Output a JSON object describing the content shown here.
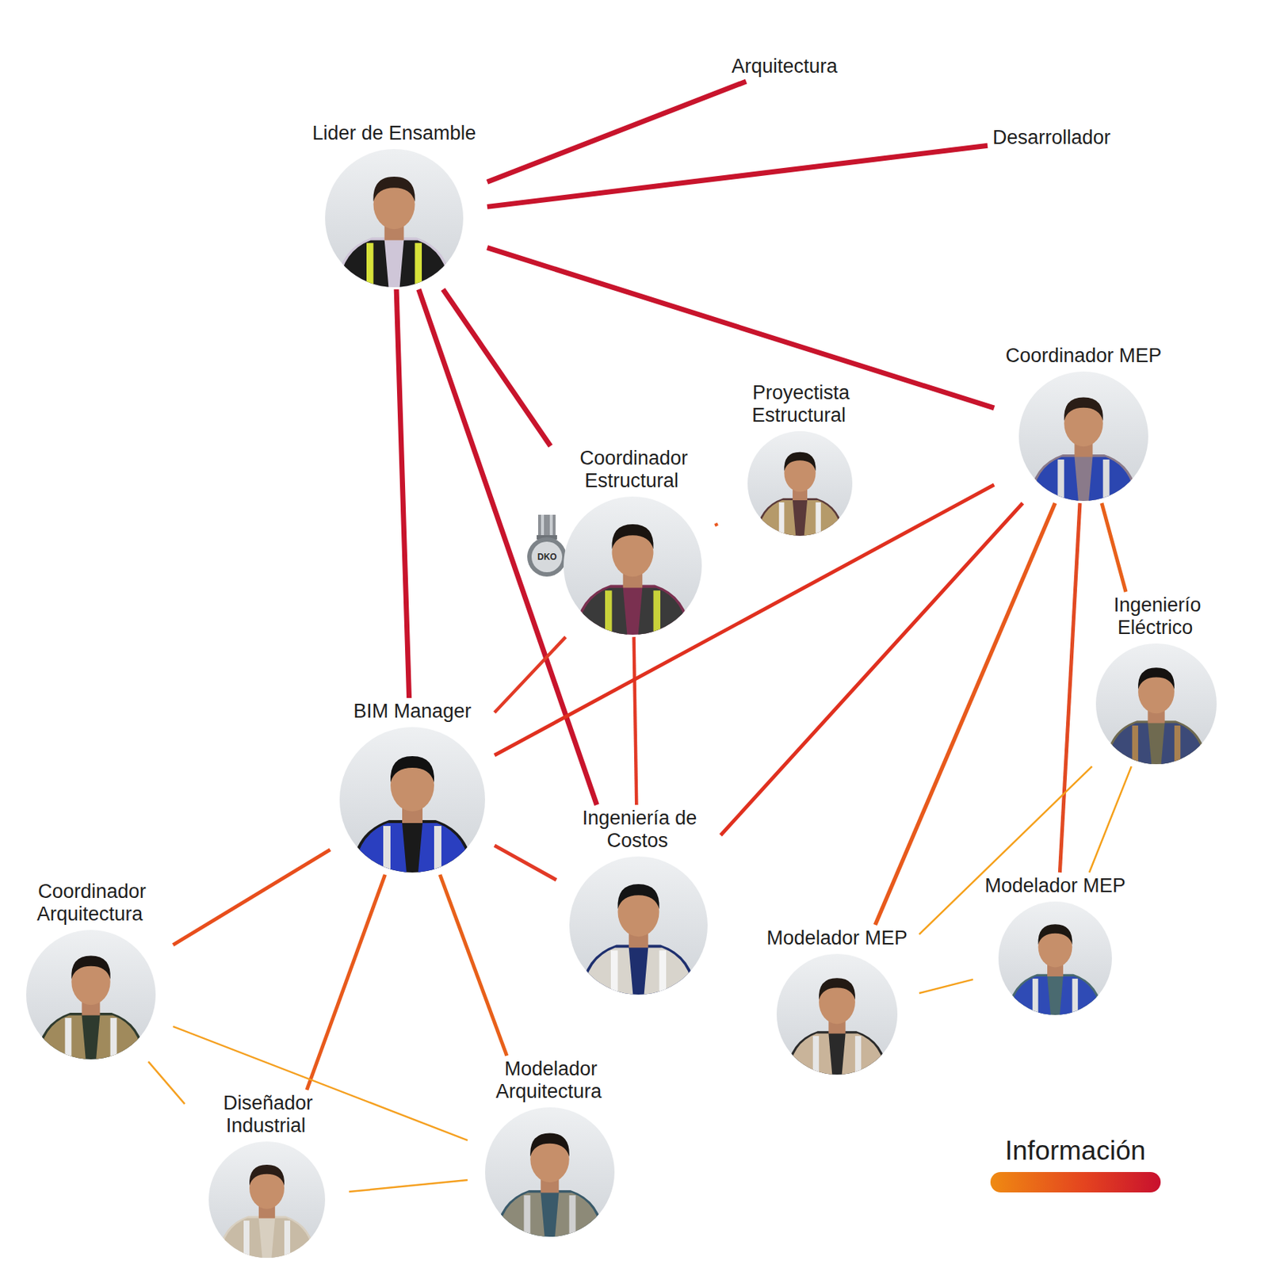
{
  "diagram": {
    "nodes": [
      {
        "text": [
          "Lider de Ensamble"
        ]
      },
      {
        "text": [
          "Arquitectura"
        ]
      },
      {
        "text": [
          "Desarrollador"
        ]
      },
      {
        "text": [
          "Proyectista Estructural"
        ]
      },
      {
        "text": [
          "Coordinador MEP"
        ]
      },
      {
        "text": [
          "Coordinador Estructural"
        ]
      },
      {
        "text": [
          "Ingenierío Eléctrico"
        ]
      },
      {
        "text": [
          "BIM Manager"
        ]
      },
      {
        "text": [
          "Ingeniería de Costos"
        ]
      },
      {
        "text": [
          "Modelador MEP"
        ]
      },
      {
        "text": [
          "Modelador MEP"
        ]
      },
      {
        "text": [
          "Coordinador Arquitectura"
        ]
      },
      {
        "text": [
          "Modelador Arquitectura"
        ]
      },
      {
        "text": [
          "Diseñador Industrial"
        ]
      }
    ],
    "edges": [
      {
        "from": 0,
        "to": 1,
        "arrow": "none"
      },
      {
        "from": 0,
        "to": 2,
        "arrow": "none"
      },
      {
        "from": 0,
        "to": 4,
        "arrow": "none"
      },
      {
        "from": 0,
        "to": 5,
        "arrow": "none"
      },
      {
        "from": 0,
        "to": 7,
        "arrow": "none"
      },
      {
        "from": 0,
        "to": 8,
        "arrow": "none"
      },
      {
        "from": 5,
        "to": 3,
        "arrow": "none"
      },
      {
        "from": 5,
        "to": 7,
        "arrow": "none"
      },
      {
        "from": 5,
        "to": 8,
        "arrow": "none"
      },
      {
        "from": 4,
        "to": 7,
        "arrow": "none"
      },
      {
        "from": 4,
        "to": 8,
        "arrow": "none"
      },
      {
        "from": 4,
        "to": 10,
        "arrow": "none"
      },
      {
        "from": 4,
        "to": 9,
        "arrow": "none"
      },
      {
        "from": 4,
        "to": 6,
        "arrow": "none"
      },
      {
        "from": 6,
        "to": 10,
        "arrow": "none"
      },
      {
        "from": 6,
        "to": 9,
        "arrow": "none"
      },
      {
        "from": 10,
        "to": 9,
        "arrow": "none"
      },
      {
        "from": 7,
        "to": 8,
        "arrow": "none"
      },
      {
        "from": 7,
        "to": 11,
        "arrow": "none"
      },
      {
        "from": 7,
        "to": 13,
        "arrow": "none"
      },
      {
        "from": 7,
        "to": 12,
        "arrow": "none"
      },
      {
        "from": 11,
        "to": 12,
        "arrow": "none"
      },
      {
        "from": 11,
        "to": 13,
        "arrow": "none"
      },
      {
        "from": 13,
        "to": 12,
        "arrow": "none"
      }
    ],
    "labels": [
      "DKO"
    ],
    "legend": [
      {
        "text": "Información"
      }
    ]
  }
}
